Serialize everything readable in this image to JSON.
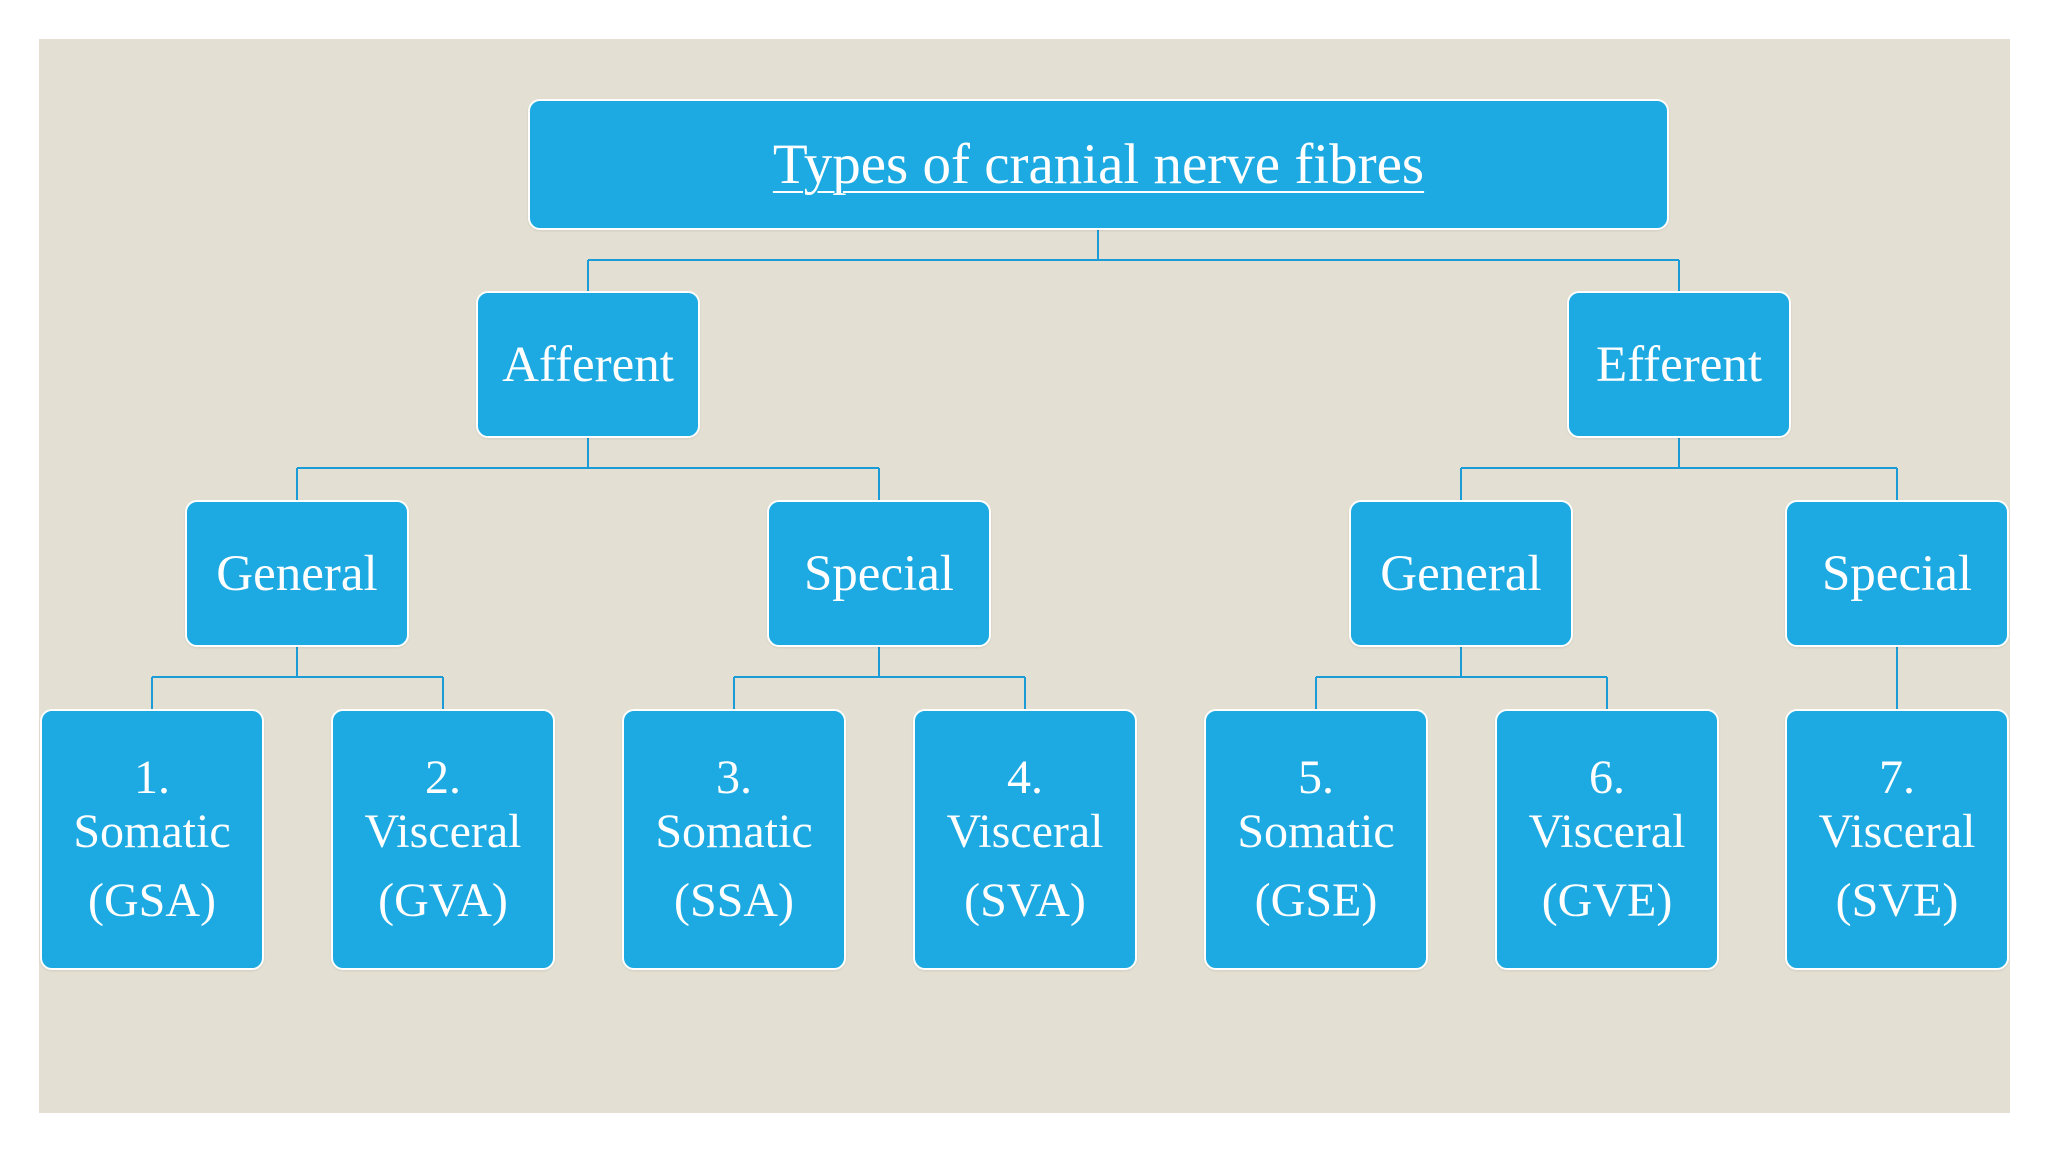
{
  "title": "Types of cranial nerve fibres",
  "level1": {
    "afferent": "Afferent",
    "efferent": "Efferent"
  },
  "level2": {
    "afferent_general": "General",
    "afferent_special": "Special",
    "efferent_general": "General",
    "efferent_special": "Special"
  },
  "leaves": [
    {
      "number": "1.",
      "kind": "Somatic",
      "code": "(GSA)"
    },
    {
      "number": "2.",
      "kind": "Visceral",
      "code": "(GVA)"
    },
    {
      "number": "3.",
      "kind": "Somatic",
      "code": "(SSA)"
    },
    {
      "number": "4.",
      "kind": "Visceral",
      "code": "(SVA)"
    },
    {
      "number": "5.",
      "kind": "Somatic",
      "code": "(GSE)"
    },
    {
      "number": "6.",
      "kind": "Visceral",
      "code": "(GVE)"
    },
    {
      "number": "7.",
      "kind": "Visceral",
      "code": "(SVE)"
    }
  ],
  "colors": {
    "background": "#e3dfd2",
    "box": "#1daae2",
    "connector": "#1b9cd6",
    "text": "#ffffff"
  }
}
